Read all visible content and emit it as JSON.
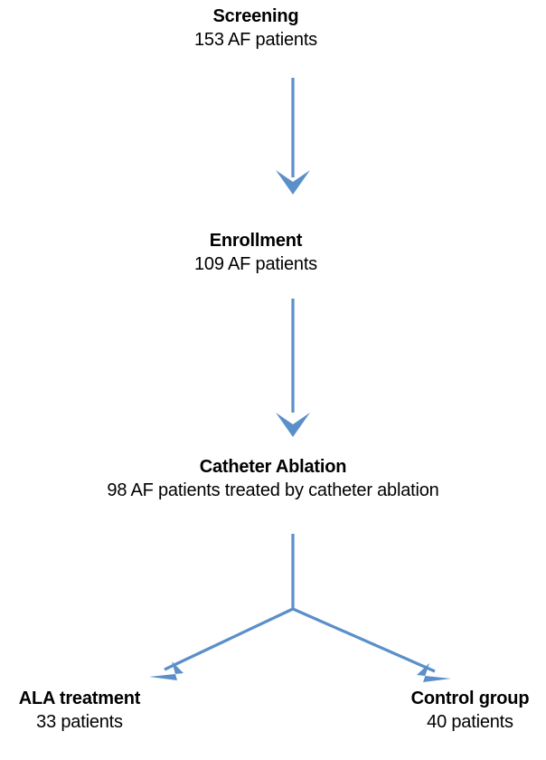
{
  "chart_data": {
    "type": "diagram",
    "title": "AF patient enrollment and treatment allocation flowchart",
    "nodes": [
      {
        "id": "screening",
        "title": "Screening",
        "subtitle": "153 AF patients",
        "count": 153
      },
      {
        "id": "enrollment",
        "title": "Enrollment",
        "subtitle": "109 AF patients",
        "count": 109
      },
      {
        "id": "ablation",
        "title": "Catheter Ablation",
        "subtitle": "98 AF patients treated by catheter ablation",
        "count": 98
      },
      {
        "id": "ala",
        "title": "ALA treatment",
        "subtitle": "33 patients",
        "count": 33
      },
      {
        "id": "control",
        "title": "Control group",
        "subtitle": "40 patients",
        "count": 40
      }
    ],
    "edges": [
      {
        "from": "screening",
        "to": "enrollment"
      },
      {
        "from": "enrollment",
        "to": "ablation"
      },
      {
        "from": "ablation",
        "to": "ala"
      },
      {
        "from": "ablation",
        "to": "control"
      }
    ],
    "colors": {
      "arrow": "#5b8fc9",
      "text": "#000000",
      "background": "#ffffff"
    }
  },
  "diagram": {
    "arrow_color": "#5b8fc9",
    "nodes": {
      "screening": {
        "title": "Screening",
        "subtitle": "153 AF patients"
      },
      "enrollment": {
        "title": "Enrollment",
        "subtitle": "109 AF patients"
      },
      "ablation": {
        "title": "Catheter Ablation",
        "subtitle": "98 AF patients treated by catheter ablation"
      },
      "ala": {
        "title": "ALA treatment",
        "subtitle": "33 patients"
      },
      "control": {
        "title": "Control group",
        "subtitle": "40 patients"
      }
    }
  }
}
